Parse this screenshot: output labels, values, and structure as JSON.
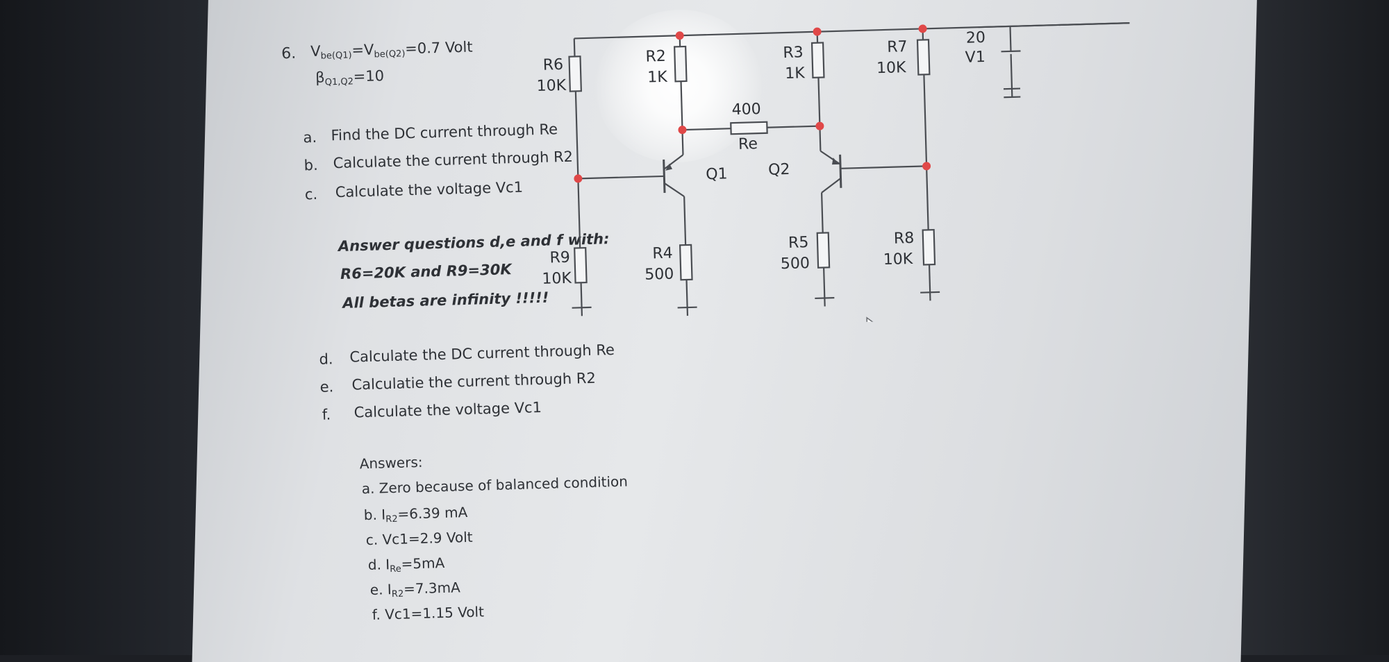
{
  "question": {
    "number": "6.",
    "line1_a": "V",
    "line1_sub_a": "be(Q1)",
    "line1_b": "=V",
    "line1_sub_b": "be(Q2)",
    "line1_c": "=0.7 Volt",
    "line2_a": "β",
    "line2_sub": "Q1,Q2",
    "line2_b": "=10"
  },
  "parts_abc": [
    {
      "letter": "a.",
      "text": "Find the DC current through Re"
    },
    {
      "letter": "b.",
      "text": "Calculate the current through R2"
    },
    {
      "letter": "c.",
      "text": "Calculate the voltage Vc1"
    }
  ],
  "condition": {
    "line1": "Answer questions d,e and f with:",
    "line2": "R6=20K and R9=30K",
    "line3": "All betas are infinity !!!!!"
  },
  "parts_def": [
    {
      "letter": "d.",
      "text": "Calculate the DC current through Re"
    },
    {
      "letter": "e.",
      "text": "Calculatie the current through R2"
    },
    {
      "letter": "f.",
      "text": "Calculate the voltage Vc1"
    }
  ],
  "answers": {
    "heading": "Answers:",
    "a": "a. Zero because of balanced condition",
    "b_pre": "b. I",
    "b_sub": "R2",
    "b_post": "=6.39 mA",
    "c": "c. Vc1=2.9 Volt",
    "d_pre": "d. I",
    "d_sub": "Re",
    "d_post": "=5mA",
    "e_pre": "e. I",
    "e_sub": "R2",
    "e_post": "=7.3mA",
    "f": "f. Vc1=1.15 Volt"
  },
  "circuit": {
    "r6_name": "R6",
    "r6_val": "10K",
    "r2_name": "R2",
    "r2_val": "1K",
    "r3_name": "R3",
    "r3_val": "1K",
    "r7_name": "R7",
    "r7_val": "10K",
    "src_val": "20",
    "src_name": "V1",
    "re_val": "400",
    "re_name": "Re",
    "q1": "Q1",
    "q2": "Q2",
    "r9_name": "R9",
    "r9_val": "10K",
    "r4_name": "R4",
    "r4_val": "500",
    "r5_name": "R5",
    "r5_val": "500",
    "r8_name": "R8",
    "r8_val": "10K",
    "node_color": "#e04848"
  }
}
